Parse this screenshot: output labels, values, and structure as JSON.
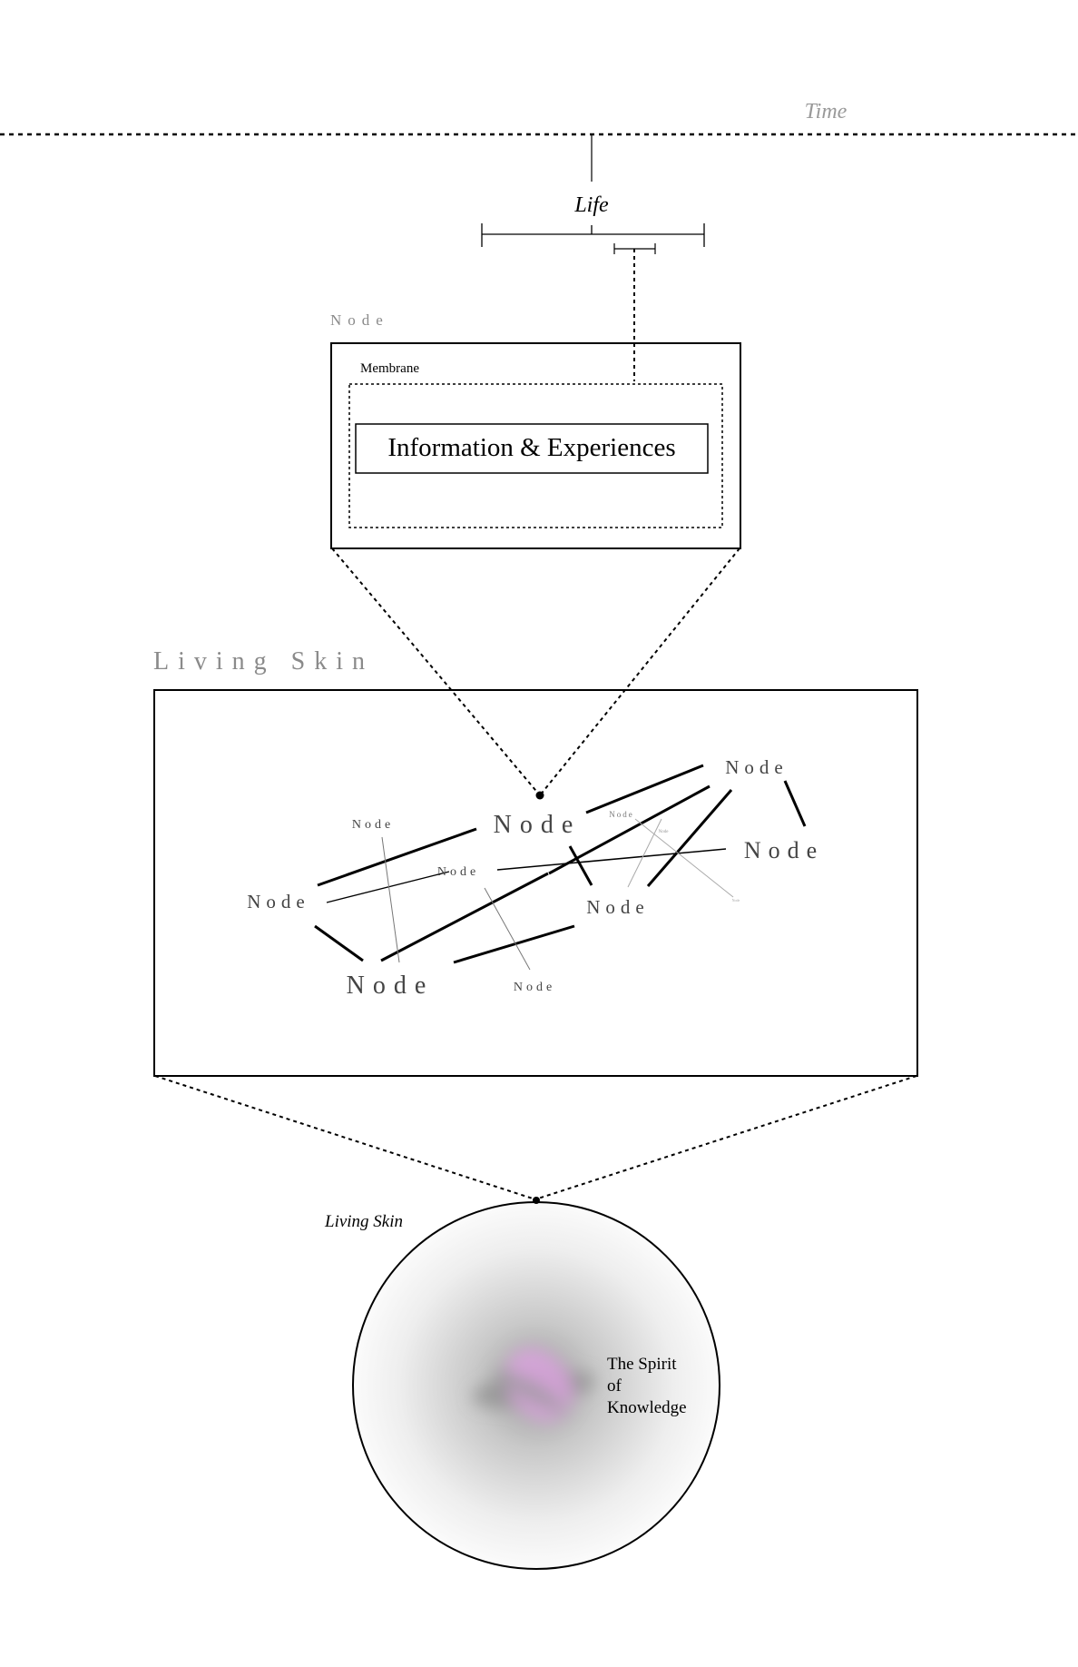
{
  "timeline": {
    "label": "Time"
  },
  "life": {
    "label": "Life"
  },
  "node_box": {
    "title": "Node",
    "membrane_label": "Membrane",
    "content_label": "Information & Experiences"
  },
  "living_skin_panel": {
    "title": "Living Skin",
    "nodes": [
      {
        "label": "Node",
        "size": "large"
      },
      {
        "label": "Node",
        "size": "medium"
      },
      {
        "label": "Node",
        "size": "large"
      },
      {
        "label": "Node",
        "size": "small"
      },
      {
        "label": "Node",
        "size": "small"
      },
      {
        "label": "Node",
        "size": "large"
      },
      {
        "label": "Node",
        "size": "medium"
      },
      {
        "label": "Node",
        "size": "large"
      },
      {
        "label": "Node",
        "size": "small"
      },
      {
        "label": "Node",
        "size": "tiny"
      },
      {
        "label": "Node",
        "size": "tiny"
      },
      {
        "label": "Node",
        "size": "tiny"
      }
    ]
  },
  "sphere": {
    "label": "Living Skin",
    "core_label_lines": [
      "The Spirit",
      "of",
      "Knowledge"
    ],
    "core_colors": [
      "#d9a3dd",
      "#9a9a9a"
    ]
  },
  "colors": {
    "line": "#000000",
    "muted_text": "#8a8a8a",
    "node_text": "#444444"
  }
}
